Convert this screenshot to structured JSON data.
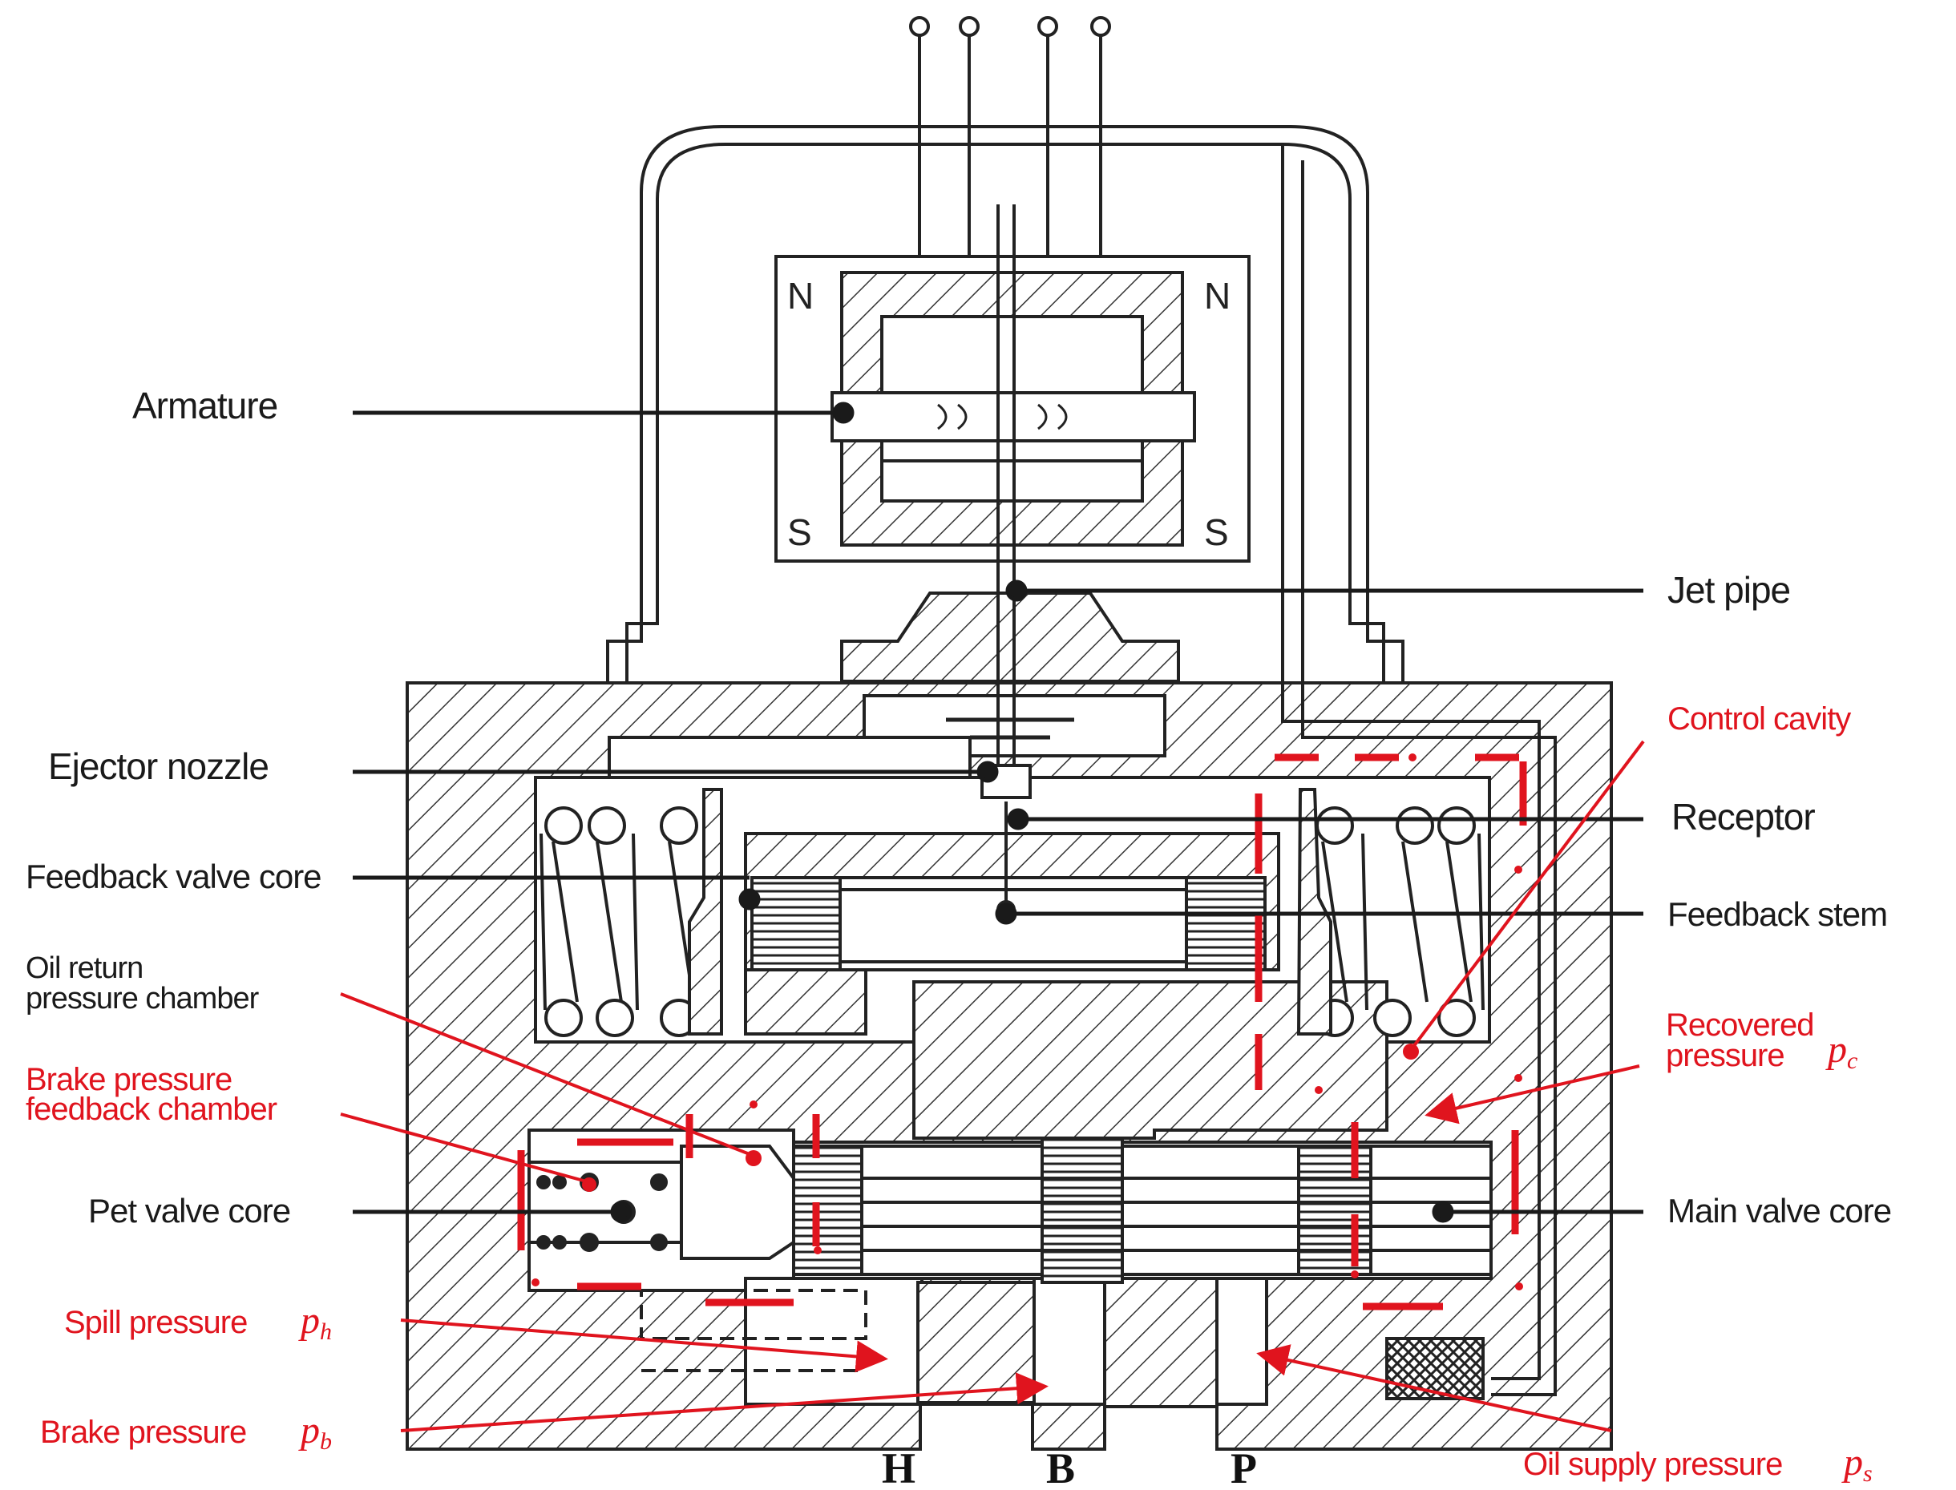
{
  "labels": {
    "armature": "Armature",
    "jet_pipe": "Jet pipe",
    "ejector_nozzle": "Ejector nozzle",
    "receptor": "Receptor",
    "feedback_valve_core": "Feedback valve core",
    "feedback_stem": "Feedback stem",
    "oil_return_line1": "Oil return",
    "oil_return_line2": "pressure chamber",
    "brake_feedback_line1": "Brake pressure",
    "brake_feedback_line2": "feedback chamber",
    "pet_valve_core": "Pet valve core",
    "main_valve_core": "Main valve core",
    "control_cavity": "Control cavity",
    "recovered_line1": "Recovered",
    "recovered_line2": "pressure",
    "recovered_symbol": "pc",
    "spill_pressure": "Spill pressure",
    "spill_symbol": "ph",
    "brake_pressure": "Brake pressure",
    "brake_symbol": "pb",
    "oil_supply_pressure": "Oil supply pressure",
    "oil_supply_symbol": "ps"
  },
  "poles": {
    "north": "N",
    "south": "S"
  },
  "ports": {
    "h": "H",
    "b": "B",
    "p": "P"
  },
  "colors": {
    "annotation_red": "#e0141e",
    "line": "#1a1a1a"
  }
}
